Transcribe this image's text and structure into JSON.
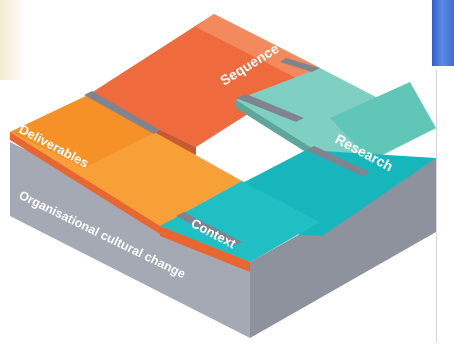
{
  "diagram": {
    "labels": {
      "sequence": "Sequence",
      "research": "Research",
      "deliverables": "Deliverables",
      "context": "Context",
      "base": "Organisational cultural change"
    },
    "colors": {
      "sequence": "#ef6a3c",
      "research": "#7fd0c2",
      "deliverables": "#f8a038",
      "context": "#17b6bd",
      "base_side": "#8e939e",
      "base_front": "#a3a8b3",
      "base_top_edge": "#f07a4a"
    }
  }
}
